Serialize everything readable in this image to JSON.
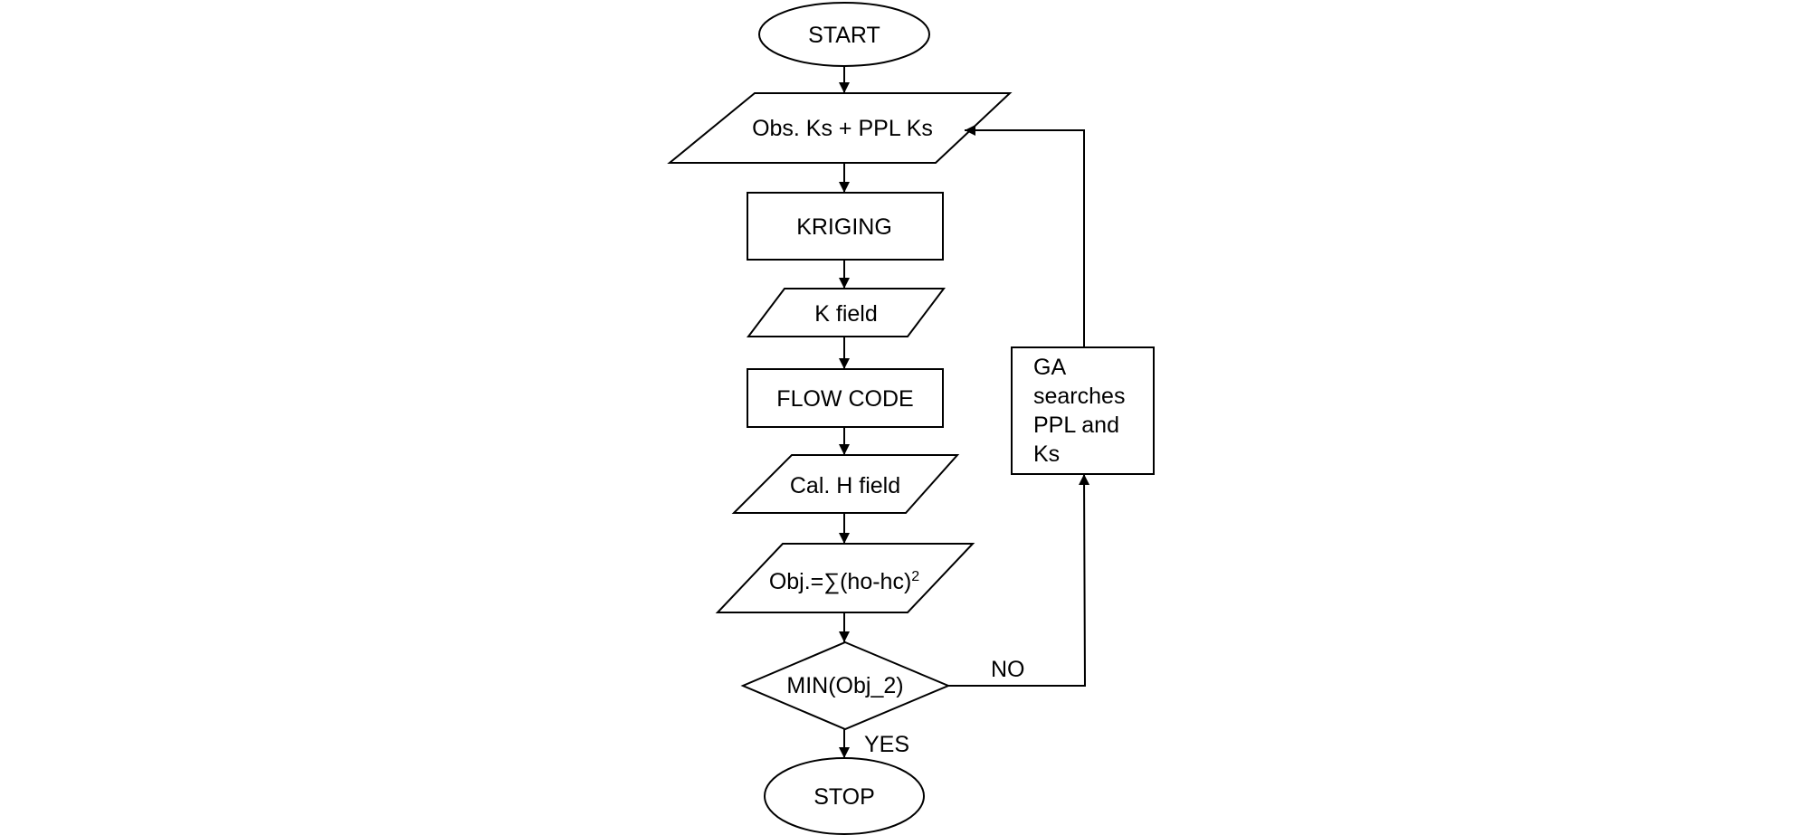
{
  "nodes": {
    "start": "START",
    "input": "Obs. Ks + PPL Ks",
    "kriging": "KRIGING",
    "kfield": "K field",
    "flowcode": "FLOW CODE",
    "hfield": "Cal. H field",
    "objective": {
      "prefix": "Obj.=∑(ho-hc)",
      "exponent": "2"
    },
    "decision": "MIN(Obj_2)",
    "ga": {
      "lines": [
        "GA",
        "searches",
        "PPL and",
        "Ks"
      ]
    },
    "stop": "STOP"
  },
  "edges": {
    "no": "NO",
    "yes": "YES"
  },
  "colors": {
    "stroke": "#000000",
    "background": "#ffffff"
  }
}
